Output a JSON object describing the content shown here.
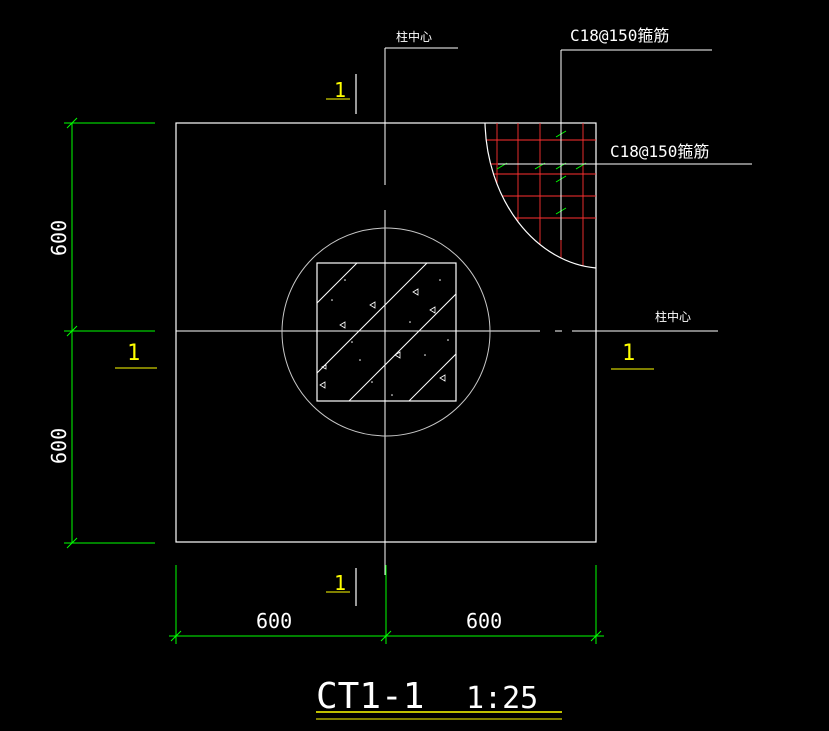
{
  "drawing": {
    "column_center_label_top": "柱中心",
    "column_center_label_right": "柱中心",
    "rebar_label_1": "C18@150箍筋",
    "rebar_label_2": "C18@150箍筋",
    "section_mark_top": "1",
    "section_mark_bottom": "1",
    "section_mark_left": "1",
    "section_mark_right": "1",
    "dim_left_upper": "600",
    "dim_left_lower": "600",
    "dim_bottom_left": "600",
    "dim_bottom_right": "600",
    "title": "CT1-1",
    "scale": "1:25"
  },
  "colors": {
    "background": "#000000",
    "outline": "#ffffff",
    "dimension": "#00ff00",
    "section_mark": "#ffff00",
    "rebar_red": "#ff3030",
    "circle": "#c8c8c8"
  }
}
